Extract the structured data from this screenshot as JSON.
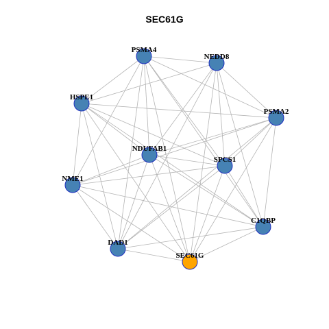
{
  "title": "SEC61G",
  "colors": {
    "default_node": "#4682b4",
    "highlight_node": "#ffa500",
    "edge": "#b3b3b3",
    "node_border": "#1f2fbf"
  },
  "nodes": [
    {
      "id": "PSMA4",
      "label": "PSMA4",
      "highlight": false
    },
    {
      "id": "NEDD8",
      "label": "NEDD8",
      "highlight": false
    },
    {
      "id": "HSPE1",
      "label": "HSPE1",
      "highlight": false
    },
    {
      "id": "PSMA2",
      "label": "PSMA2",
      "highlight": false
    },
    {
      "id": "NDUFAB1",
      "label": "NDUFAB1",
      "highlight": false
    },
    {
      "id": "SPCS1",
      "label": "SPCS1",
      "highlight": false
    },
    {
      "id": "NME1",
      "label": "NME1",
      "highlight": false
    },
    {
      "id": "C1QBP",
      "label": "C1QBP",
      "highlight": false
    },
    {
      "id": "DAD1",
      "label": "DAD1",
      "highlight": false
    },
    {
      "id": "SEC61G",
      "label": "SEC61G",
      "highlight": true
    }
  ],
  "edges": [
    [
      "PSMA4",
      "NEDD8"
    ],
    [
      "PSMA4",
      "HSPE1"
    ],
    [
      "PSMA4",
      "PSMA2"
    ],
    [
      "PSMA4",
      "NDUFAB1"
    ],
    [
      "PSMA4",
      "SPCS1"
    ],
    [
      "PSMA4",
      "NME1"
    ],
    [
      "PSMA4",
      "C1QBP"
    ],
    [
      "PSMA4",
      "DAD1"
    ],
    [
      "PSMA4",
      "SEC61G"
    ],
    [
      "NEDD8",
      "HSPE1"
    ],
    [
      "NEDD8",
      "PSMA2"
    ],
    [
      "NEDD8",
      "NDUFAB1"
    ],
    [
      "NEDD8",
      "SPCS1"
    ],
    [
      "NEDD8",
      "C1QBP"
    ],
    [
      "NEDD8",
      "DAD1"
    ],
    [
      "NEDD8",
      "SEC61G"
    ],
    [
      "HSPE1",
      "PSMA2"
    ],
    [
      "HSPE1",
      "NDUFAB1"
    ],
    [
      "HSPE1",
      "SPCS1"
    ],
    [
      "HSPE1",
      "NME1"
    ],
    [
      "HSPE1",
      "DAD1"
    ],
    [
      "HSPE1",
      "SEC61G"
    ],
    [
      "HSPE1",
      "C1QBP"
    ],
    [
      "PSMA2",
      "NDUFAB1"
    ],
    [
      "PSMA2",
      "SPCS1"
    ],
    [
      "PSMA2",
      "NME1"
    ],
    [
      "PSMA2",
      "C1QBP"
    ],
    [
      "PSMA2",
      "DAD1"
    ],
    [
      "PSMA2",
      "SEC61G"
    ],
    [
      "NDUFAB1",
      "SPCS1"
    ],
    [
      "NDUFAB1",
      "NME1"
    ],
    [
      "NDUFAB1",
      "DAD1"
    ],
    [
      "NDUFAB1",
      "SEC61G"
    ],
    [
      "NDUFAB1",
      "C1QBP"
    ],
    [
      "SPCS1",
      "NME1"
    ],
    [
      "SPCS1",
      "C1QBP"
    ],
    [
      "SPCS1",
      "DAD1"
    ],
    [
      "SPCS1",
      "SEC61G"
    ],
    [
      "NME1",
      "C1QBP"
    ],
    [
      "NME1",
      "DAD1"
    ],
    [
      "NME1",
      "SEC61G"
    ],
    [
      "C1QBP",
      "DAD1"
    ],
    [
      "C1QBP",
      "SEC61G"
    ],
    [
      "DAD1",
      "SEC61G"
    ]
  ]
}
